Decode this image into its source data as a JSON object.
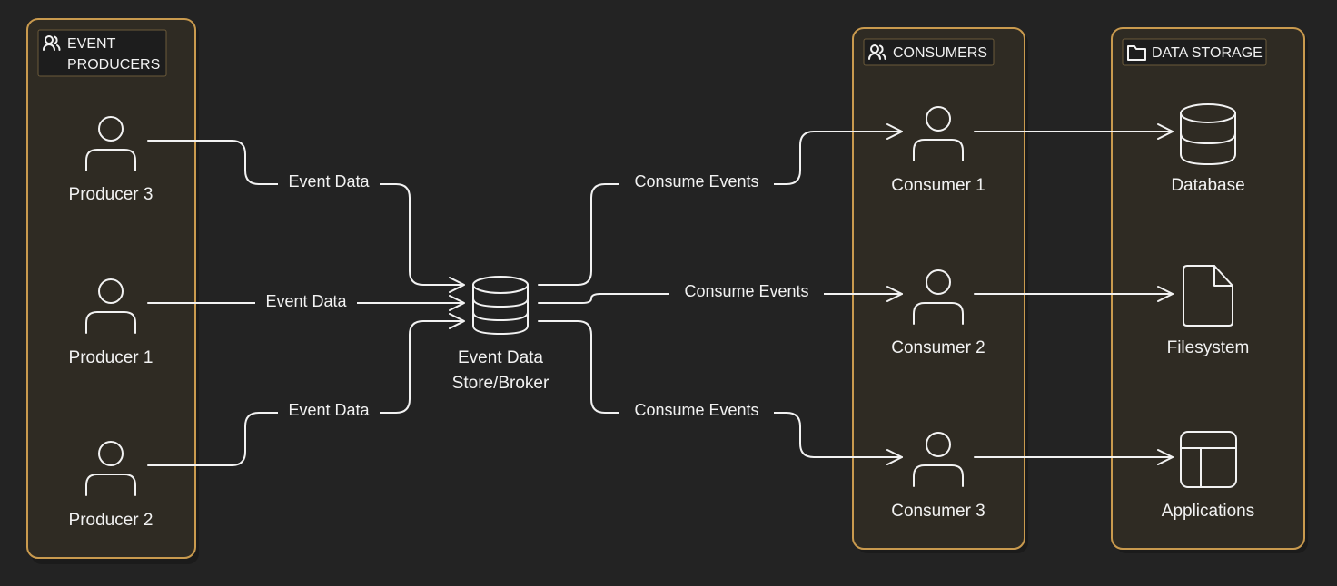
{
  "groups": {
    "producers": {
      "title_line1": "EVENT",
      "title_line2": "PRODUCERS"
    },
    "consumers": {
      "title": "CONSUMERS"
    },
    "storage": {
      "title": "DATA STORAGE"
    }
  },
  "nodes": {
    "producer3": "Producer 3",
    "producer1": "Producer 1",
    "producer2": "Producer 2",
    "broker_line1": "Event Data",
    "broker_line2": "Store/Broker",
    "consumer1": "Consumer 1",
    "consumer2": "Consumer 2",
    "consumer3": "Consumer 3",
    "database": "Database",
    "filesystem": "Filesystem",
    "applications": "Applications"
  },
  "edges": {
    "p3_to_broker": "Event Data",
    "p1_to_broker": "Event Data",
    "p2_to_broker": "Event Data",
    "broker_to_c1": "Consume Events",
    "broker_to_c2": "Consume Events",
    "broker_to_c3": "Consume Events"
  },
  "icons": {
    "group_users": "users-icon",
    "group_folder": "folder-icon",
    "producer": "user-icon",
    "consumer": "user-icon",
    "broker": "database-icon",
    "database": "database-icon",
    "filesystem": "file-icon",
    "applications": "layout-icon"
  },
  "colors": {
    "background": "#232323",
    "group_fill": "#2f2b23",
    "group_border": "#c99a4e",
    "foreground": "#f2f2f2"
  }
}
